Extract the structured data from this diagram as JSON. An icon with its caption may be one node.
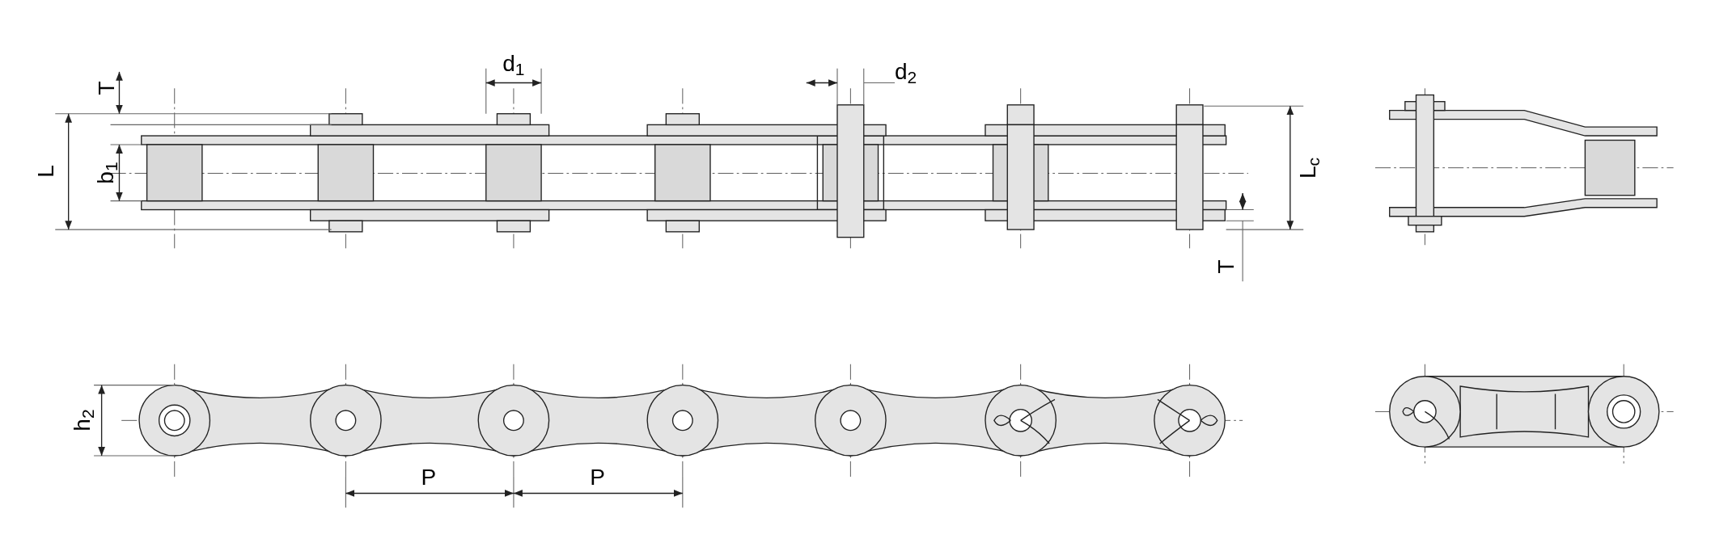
{
  "diagram": {
    "labels": [
      "T",
      "L",
      "b$_{1}$",
      "d$_{1}$",
      "d$_{2}$",
      "L$_{c}$",
      "T",
      "h$_{2}$",
      "P",
      "P"
    ]
  }
}
